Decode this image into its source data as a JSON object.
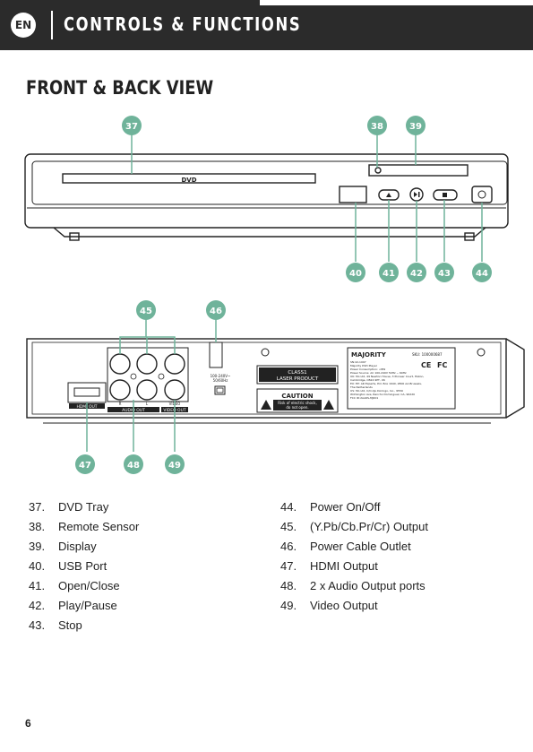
{
  "header": {
    "lang": "EN",
    "title": "CONTROLS & FUNCTIONS"
  },
  "section_title": "FRONT & BACK VIEW",
  "callouts": {
    "c37": "37",
    "c38": "38",
    "c39": "39",
    "c40": "40",
    "c41": "41",
    "c42": "42",
    "c43": "43",
    "c44": "44",
    "c45": "45",
    "c46": "46",
    "c47": "47",
    "c48": "48",
    "c49": "49"
  },
  "front_panel": {
    "tray_label": "DVD"
  },
  "back_panel": {
    "hdmi_label": "HDMI OUT",
    "audio_r": "R",
    "audio_l": "L",
    "audio_out_label": "AUDIO OUT",
    "video_label": "VIDEO",
    "video_out_label": "VIDEO OUT",
    "power_rating": "100-240V~ 50/60Hz",
    "laser_line1": "CLASS1",
    "laser_line2": "LASER PRODUCT",
    "caution_title": "CAUTION",
    "caution_line1": "Risk of electric shock,",
    "caution_line2": "do not open.",
    "brand": "MAJORITY",
    "sku": "SKU: 100000687",
    "spec_lines": [
      "SN:42-1097",
      "Majority DVD Player",
      "Power Consumption: <8W",
      "Power Source: AC 100-240V 50Hz ~ 60Hz",
      "UK: Mo Ltd, 49 Newton House, 3 Pioneer Court, Histon,",
      "Cambridge, CB24 9PT, UK",
      "EU: EP: AR Experts, P.O. Box 1940, 2800 AA Brussels,",
      "The Netherlands",
      "US: Mo Ltd, C/O AJL Doringo, Inc., 9559",
      "Wilmington Ave, Rancho Dominguez, CA, 90220",
      "FCC ID:2AA6S-MJ201"
    ],
    "ce_mark": "CE",
    "fc_mark": "FC"
  },
  "items_left": [
    {
      "num": "37.",
      "label": "DVD Tray"
    },
    {
      "num": "38.",
      "label": "Remote Sensor"
    },
    {
      "num": "39.",
      "label": "Display"
    },
    {
      "num": "40.",
      "label": "USB Port"
    },
    {
      "num": "41.",
      "label": "Open/Close"
    },
    {
      "num": "42.",
      "label": "Play/Pause"
    },
    {
      "num": "43.",
      "label": "Stop"
    }
  ],
  "items_right": [
    {
      "num": "44.",
      "label": "Power On/Off"
    },
    {
      "num": "45.",
      "label": "(Y.Pb/Cb.Pr/Cr) Output"
    },
    {
      "num": "46.",
      "label": "Power Cable Outlet"
    },
    {
      "num": "47.",
      "label": "HDMI Output"
    },
    {
      "num": "48.",
      "label": "2 x Audio Output ports"
    },
    {
      "num": "49.",
      "label": "Video Output"
    }
  ],
  "page_number": "6",
  "colors": {
    "callout": "#6fb39a",
    "header_bg": "#2b2b2b"
  }
}
